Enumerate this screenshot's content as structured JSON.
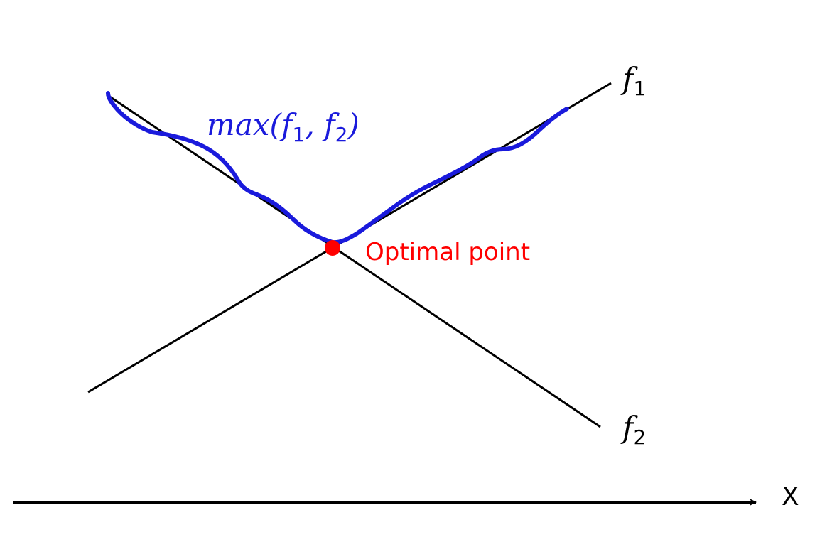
{
  "lines": {
    "f1": {
      "main": "f",
      "sub": "1"
    },
    "f2": {
      "main": "f",
      "sub": "2"
    }
  },
  "max_curve_label": {
    "prefix": "max(",
    "f1_main": "f",
    "f1_sub": "1",
    "separator": ", ",
    "f2_main": "f",
    "f2_sub": "2",
    "suffix": ")"
  },
  "optimal_point": {
    "label": "Optimal point"
  },
  "axis": {
    "label": "X"
  },
  "colors": {
    "lines": "#000000",
    "max_curve": "#1a1adc",
    "optimal_point": "#ff0000",
    "axis": "#000000"
  }
}
